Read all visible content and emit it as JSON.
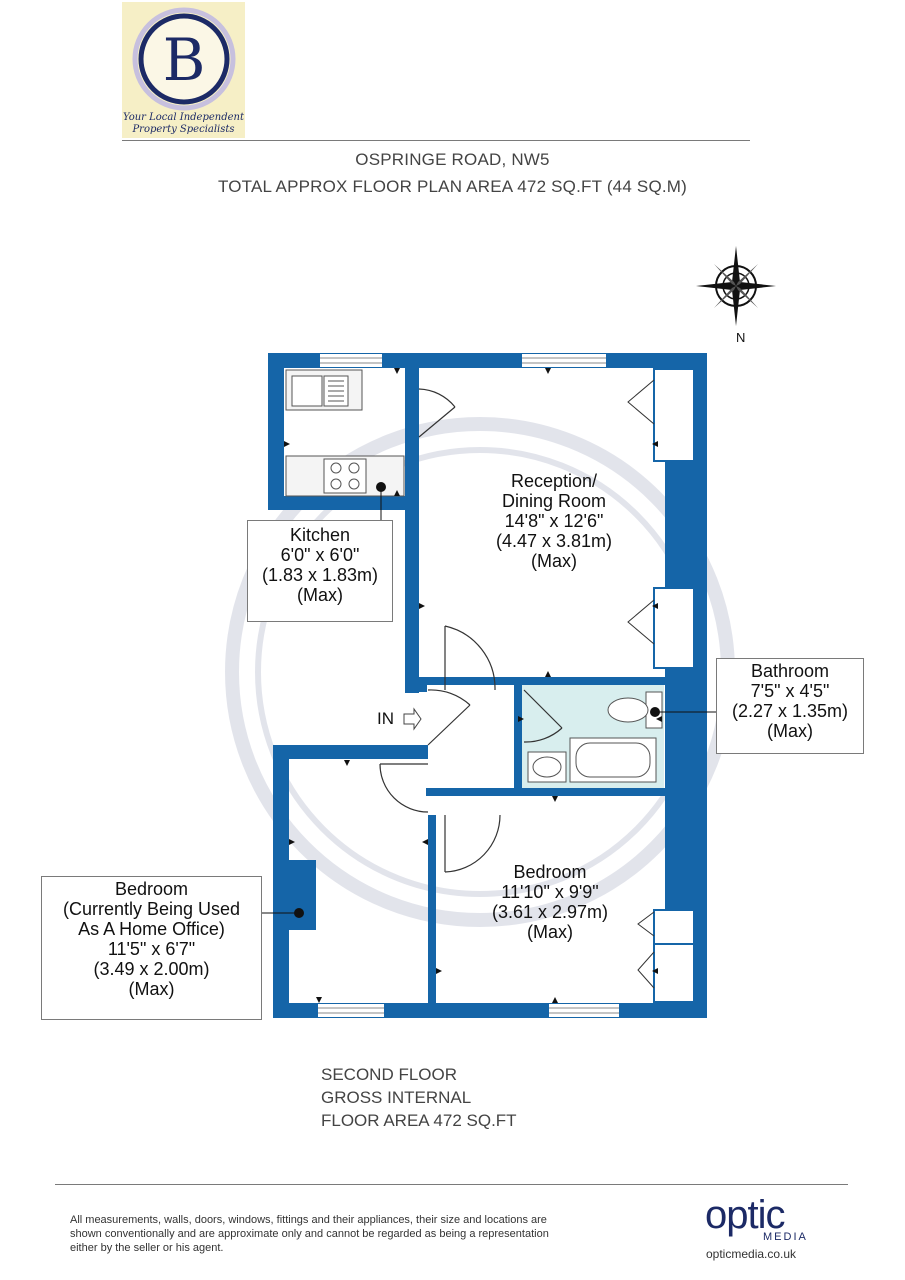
{
  "agent": {
    "logo_letter": "B",
    "tagline_line1": "Your Local Independent",
    "tagline_line2": "Property Specialists"
  },
  "header": {
    "address": "OSPRINGE ROAD, NW5",
    "total_area": "TOTAL APPROX FLOOR PLAN AREA 472 SQ.FT (44 SQ.M)"
  },
  "compass": {
    "label": "N"
  },
  "rooms": {
    "reception": {
      "line1": "Reception/",
      "line2": "Dining Room",
      "imperial": "14'8\" x 12'6\"",
      "metric": "(4.47 x 3.81m)",
      "note": "(Max)"
    },
    "kitchen": {
      "line1": "Kitchen",
      "imperial": "6'0\" x 6'0\"",
      "metric": "(1.83 x 1.83m)",
      "note": "(Max)"
    },
    "bathroom": {
      "line1": "Bathroom",
      "imperial": "7'5\" x 4'5\"",
      "metric": "(2.27 x 1.35m)",
      "note": "(Max)"
    },
    "bedroom_main": {
      "line1": "Bedroom",
      "imperial": "11'10\" x 9'9\"",
      "metric": "(3.61 x 2.97m)",
      "note": "(Max)"
    },
    "bedroom_office": {
      "line1": "Bedroom",
      "line2": "(Currently Being Used",
      "line3": "As A Home Office)",
      "imperial": "11'5\" x 6'7\"",
      "metric": "(3.49 x 2.00m)",
      "note": "(Max)"
    }
  },
  "entrance": {
    "label": "IN"
  },
  "floor_summary": {
    "line1": "SECOND FLOOR",
    "line2": "GROSS INTERNAL",
    "line3": "FLOOR AREA 472 SQ.FT"
  },
  "disclaimer": {
    "line1": "All measurements, walls, doors, windows, fittings and their appliances, their size and locations are",
    "line2": "shown conventionally and are approximate only and cannot be regarded as being a representation",
    "line3": "either by the seller or his agent."
  },
  "producer": {
    "name": "optic",
    "sub": "MEDIA",
    "url": "opticmedia.co.uk"
  },
  "colors": {
    "wall": "#1565a8",
    "bathroom_fill": "#d8eeee",
    "brand_navy": "#1c2a66",
    "logo_bg": "#f6efc6"
  }
}
